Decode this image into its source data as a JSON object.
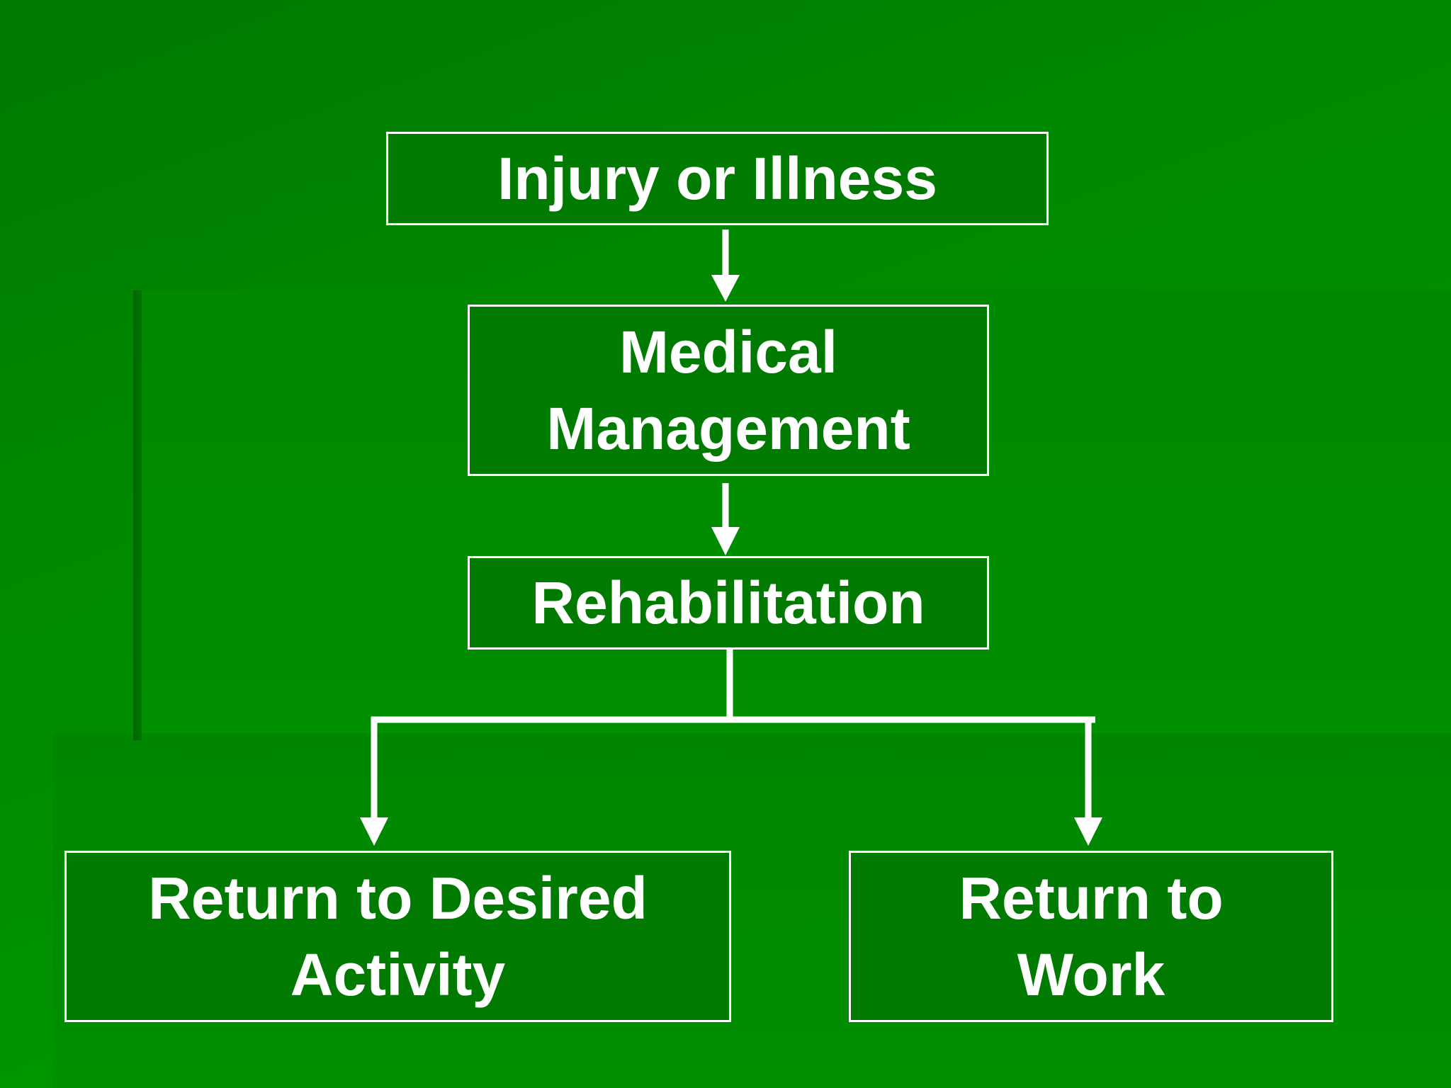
{
  "diagram": {
    "nodes": {
      "injury": {
        "lines": [
          "Injury or Illness"
        ]
      },
      "medical": {
        "lines": [
          "Medical",
          "Management"
        ]
      },
      "rehab": {
        "lines": [
          "Rehabilitation"
        ]
      },
      "activity": {
        "lines": [
          "Return to Desired",
          "Activity"
        ]
      },
      "work": {
        "lines": [
          "Return to",
          "Work"
        ]
      }
    },
    "edges": [
      {
        "from": "injury",
        "to": "medical"
      },
      {
        "from": "medical",
        "to": "rehab"
      },
      {
        "from": "rehab",
        "to": "activity"
      },
      {
        "from": "rehab",
        "to": "work"
      }
    ],
    "colors": {
      "node_fill": "#007a00",
      "stroke": "#ffffff",
      "text": "#ffffff"
    }
  }
}
